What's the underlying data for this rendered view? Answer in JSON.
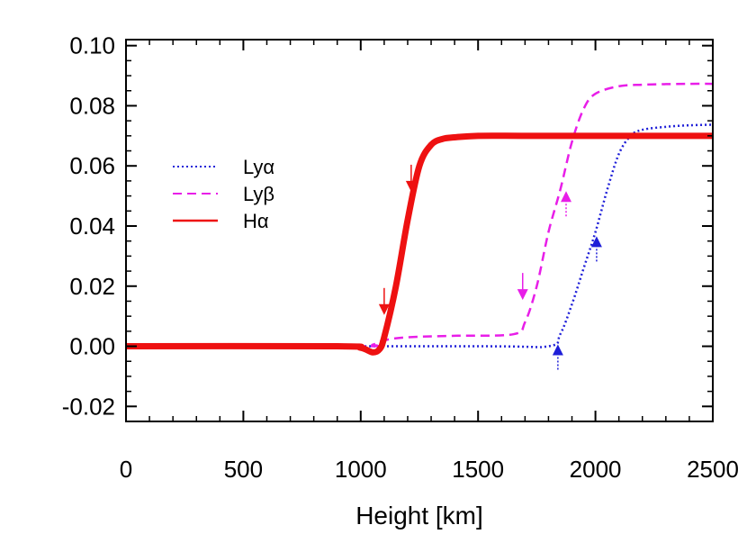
{
  "chart_data": {
    "type": "line",
    "xlabel": "Height [km]",
    "ylabel": "",
    "xlim": [
      0,
      2500
    ],
    "ylim": [
      -0.025,
      0.102
    ],
    "x_ticks": [
      0,
      500,
      1000,
      1500,
      2000,
      2500
    ],
    "x_tick_labels": [
      "0",
      "500",
      "1000",
      "1500",
      "2000",
      "2500"
    ],
    "y_ticks": [
      -0.02,
      0.0,
      0.02,
      0.04,
      0.06,
      0.08,
      0.1
    ],
    "y_tick_labels": [
      "-0.02",
      "0.00",
      "0.02",
      "0.04",
      "0.06",
      "0.08",
      "0.10"
    ],
    "grid": false,
    "legend_position": "left",
    "series": [
      {
        "name": "Lyα",
        "color": "#1f1fd8",
        "style": "dotted",
        "x": [
          0,
          1500,
          1800,
          1850,
          1900,
          1950,
          2000,
          2050,
          2100,
          2150,
          2200,
          2300,
          2400,
          2500
        ],
        "y": [
          0.0,
          0.0,
          0.0,
          0.004,
          0.014,
          0.026,
          0.038,
          0.052,
          0.064,
          0.07,
          0.072,
          0.073,
          0.0735,
          0.0737
        ]
      },
      {
        "name": "Lyβ",
        "color": "#e81ee8",
        "style": "dashed",
        "x": [
          0,
          1000,
          1050,
          1100,
          1200,
          1400,
          1650,
          1700,
          1750,
          1800,
          1850,
          1900,
          1950,
          2000,
          2100,
          2200,
          2300,
          2400,
          2500
        ],
        "y": [
          0.0,
          0.0,
          0.0005,
          0.002,
          0.003,
          0.0035,
          0.004,
          0.008,
          0.02,
          0.038,
          0.052,
          0.068,
          0.079,
          0.084,
          0.0865,
          0.087,
          0.0872,
          0.0873,
          0.0873
        ]
      },
      {
        "name": "Hα",
        "color": "#ee1111",
        "style": "solid",
        "x": [
          0,
          900,
          1000,
          1050,
          1080,
          1100,
          1150,
          1200,
          1250,
          1300,
          1350,
          1400,
          1500,
          1700,
          2000,
          2500
        ],
        "y": [
          0.0,
          0.0,
          -0.0005,
          -0.002,
          -0.001,
          0.003,
          0.02,
          0.042,
          0.06,
          0.067,
          0.069,
          0.0695,
          0.07,
          0.07,
          0.07,
          0.07
        ]
      }
    ],
    "markers": [
      {
        "color": "#ee1111",
        "x": 1215,
        "y": 0.052,
        "direction": "down"
      },
      {
        "color": "#ee1111",
        "x": 1100,
        "y": 0.011,
        "direction": "down"
      },
      {
        "color": "#e81ee8",
        "x": 1690,
        "y": 0.016,
        "direction": "down"
      },
      {
        "color": "#e81ee8",
        "x": 1875,
        "y": 0.051,
        "direction": "up"
      },
      {
        "color": "#1f1fd8",
        "x": 2005,
        "y": 0.036,
        "direction": "up"
      },
      {
        "color": "#1f1fd8",
        "x": 1840,
        "y": 0.0,
        "direction": "up"
      }
    ]
  }
}
